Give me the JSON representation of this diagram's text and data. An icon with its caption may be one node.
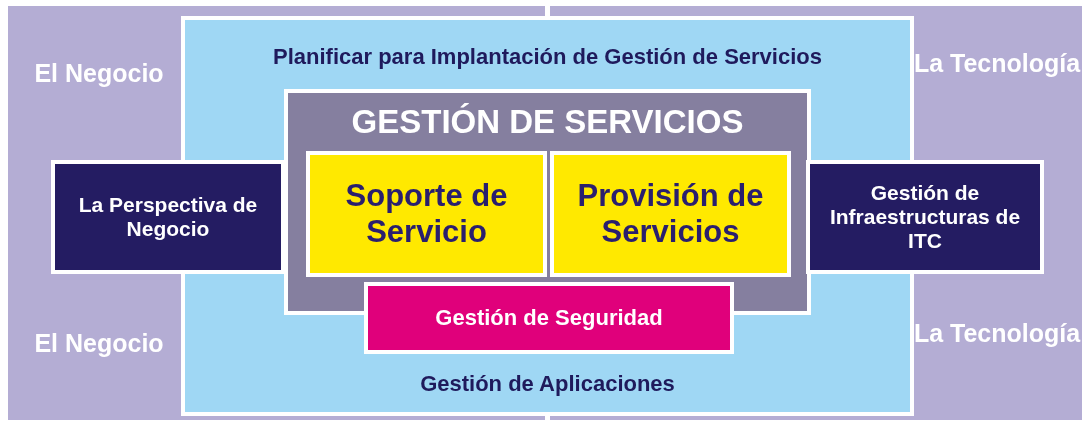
{
  "diagram": {
    "nodes": [
      {
        "text": [
          "Planificar para Implantación de Gestión de Servicios",
          "Gestión de Aplicaciones"
        ]
      },
      {
        "text": [
          "GESTIÓN DE SERVICIOS"
        ],
        "in": 0
      },
      {
        "text": [
          "Soporte de Servicio"
        ],
        "in": 1
      },
      {
        "text": [
          "Provisión de Servicios"
        ],
        "in": 1
      },
      {
        "text": [
          "Gestión de Seguridad"
        ],
        "in": 0
      },
      {
        "text": [
          "La Perspectiva de Negocio"
        ]
      },
      {
        "text": [
          "Gestión de Infraestructuras de ITC"
        ]
      }
    ],
    "edges": [],
    "labels": [
      "El Negocio",
      "La Tecnología",
      "El Negocio",
      "La Tecnología"
    ]
  }
}
